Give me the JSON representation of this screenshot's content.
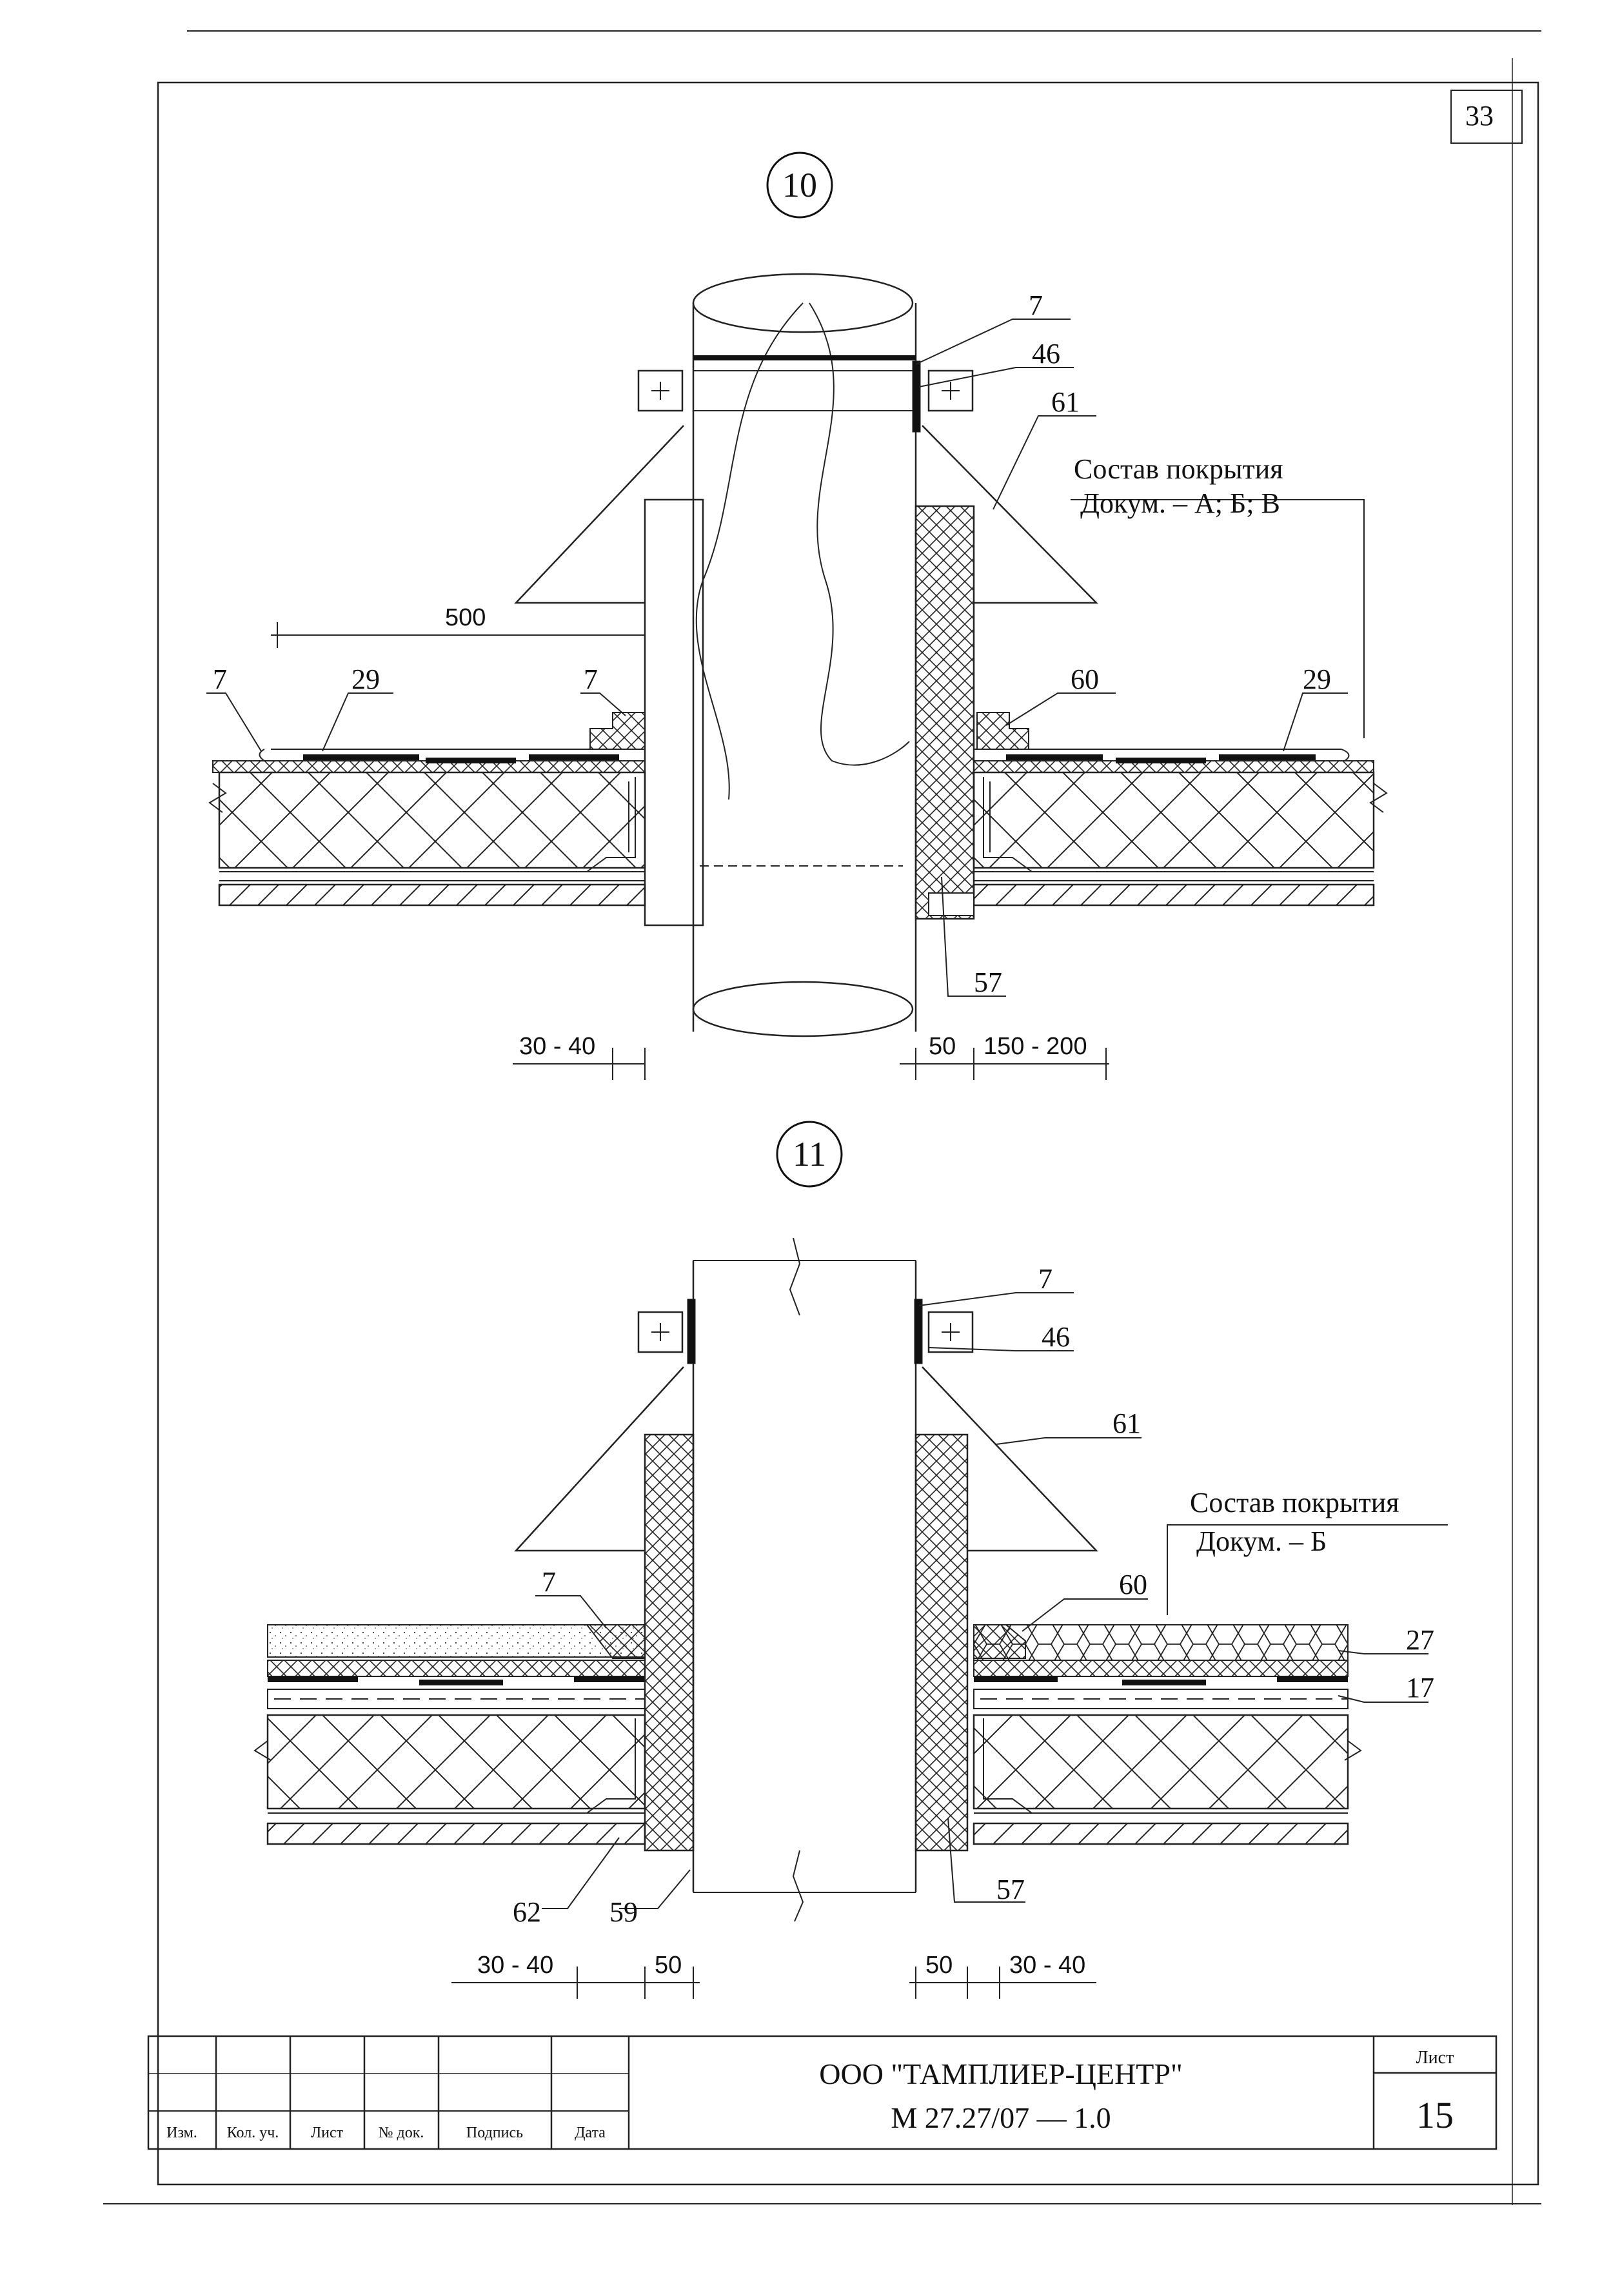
{
  "sheet": {
    "corner_page_number": "33"
  },
  "detail_10": {
    "marker": "10",
    "callouts": {
      "c7_top": "7",
      "c46": "46",
      "c61": "61",
      "c7_left": "7",
      "c29_left": "29",
      "c7_mid": "7",
      "c60": "60",
      "c29_right": "29",
      "c57": "57"
    },
    "composition_note": {
      "line1": "Состав покрытия",
      "line2": "Докум. – А;  Б;  В"
    },
    "dimensions": {
      "d500": "500",
      "d30_40": "30 - 40",
      "d50": "50",
      "d150_200": "150 - 200"
    }
  },
  "detail_11": {
    "marker": "11",
    "callouts": {
      "c7_top": "7",
      "c46": "46",
      "c61": "61",
      "c7_left": "7",
      "c60": "60",
      "c27": "27",
      "c17": "17",
      "c62": "62",
      "c59": "59",
      "c57": "57"
    },
    "composition_note": {
      "line1": "Состав покрытия",
      "line2": "Докум. – Б"
    },
    "dimensions": {
      "d30_40_left": "30 - 40",
      "d50_left": "50",
      "d50_right": "50",
      "d30_40_right": "30 - 40"
    }
  },
  "title_block": {
    "organization": "ООО \"ТАМПЛИЕР-ЦЕНТР\"",
    "document_code": "М 27.27/07  —  1.0",
    "sheet_label": "Лист",
    "sheet_number": "15",
    "columns": [
      "Изм.",
      "Кол. уч.",
      "Лист",
      "№ док.",
      "Подпись",
      "Дата"
    ]
  }
}
